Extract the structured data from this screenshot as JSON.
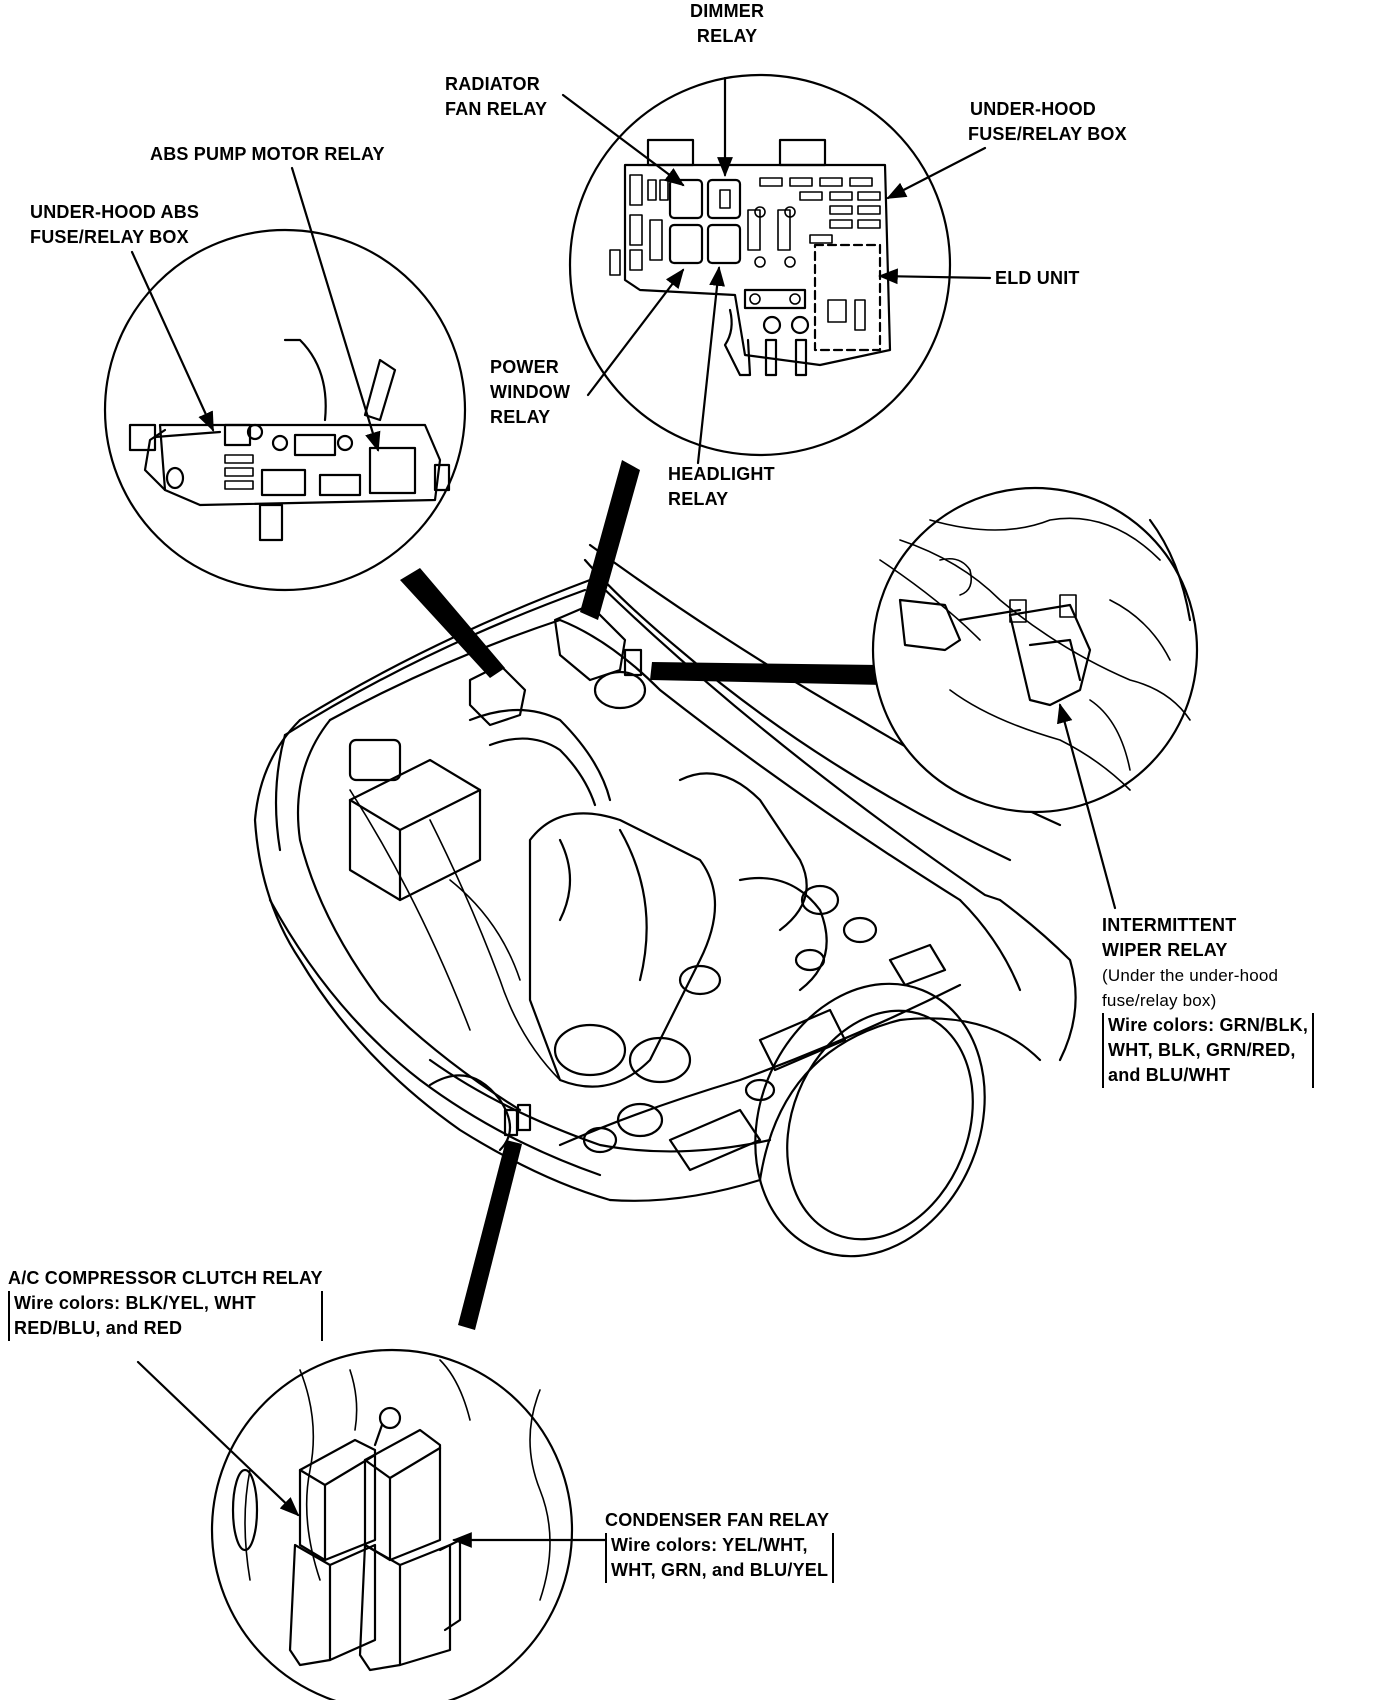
{
  "labels": {
    "dimmer_relay": [
      "DIMMER",
      "RELAY"
    ],
    "radiator_fan_relay": [
      "RADIATOR",
      "FAN RELAY"
    ],
    "under_hood_fuse_box": [
      "UNDER-HOOD",
      "FUSE/RELAY BOX"
    ],
    "abs_pump_motor_relay": "ABS PUMP MOTOR RELAY",
    "under_hood_abs_box": [
      "UNDER-HOOD ABS",
      "FUSE/RELAY BOX"
    ],
    "eld_unit": "ELD UNIT",
    "power_window_relay": [
      "POWER",
      "WINDOW",
      "RELAY"
    ],
    "headlight_relay": [
      "HEADLIGHT",
      "RELAY"
    ],
    "intermittent_wiper_relay": {
      "name": [
        "INTERMITTENT",
        "WIPER RELAY"
      ],
      "note": [
        "(Under the under-hood",
        "fuse/relay box)"
      ],
      "wires": [
        "Wire colors: GRN/BLK,",
        "WHT, BLK, GRN/RED,",
        "and BLU/WHT"
      ]
    },
    "ac_compressor_clutch_relay": {
      "name": "A/C COMPRESSOR CLUTCH RELAY",
      "wires": [
        "Wire colors: BLK/YEL, WHT",
        "RED/BLU, and RED"
      ]
    },
    "condenser_fan_relay": {
      "name": "CONDENSER FAN RELAY",
      "wires": [
        "Wire colors: YEL/WHT,",
        "WHT, GRN, and BLU/YEL"
      ]
    }
  }
}
